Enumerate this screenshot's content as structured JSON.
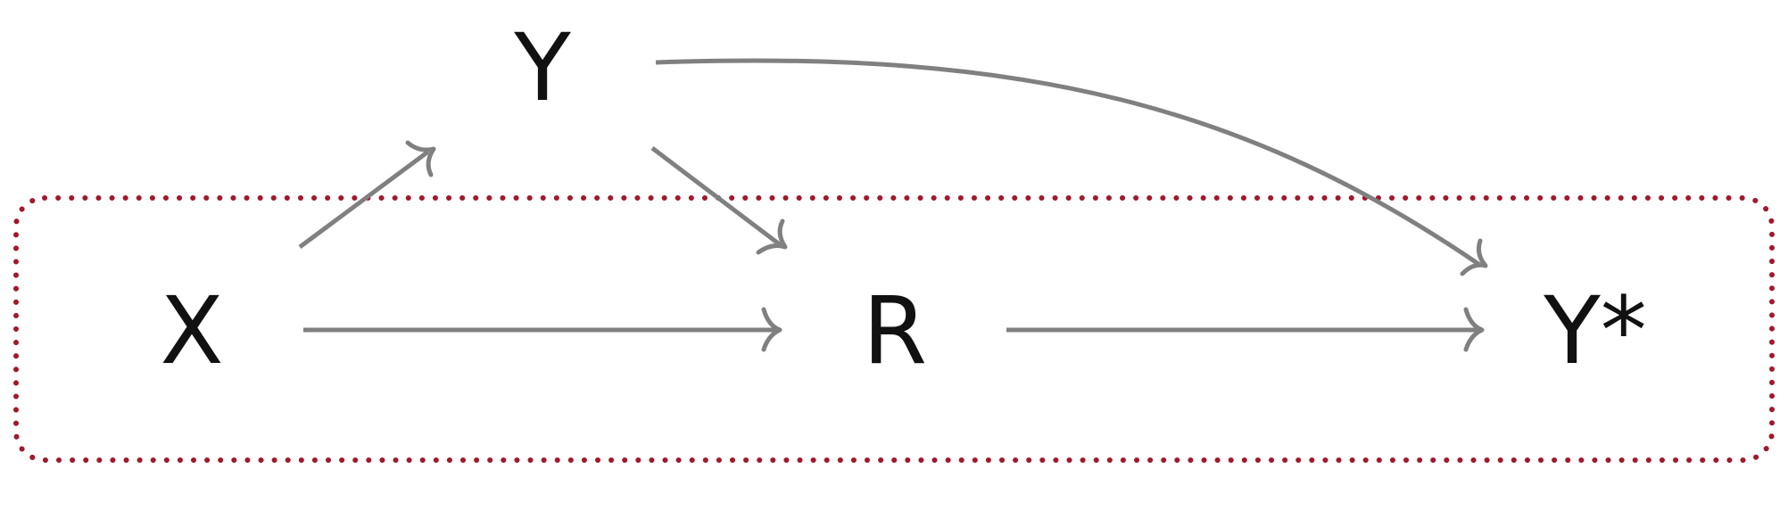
{
  "diagram": {
    "nodes": [
      {
        "id": "X",
        "label": "X"
      },
      {
        "id": "Y",
        "label": "Y"
      },
      {
        "id": "R",
        "label": "R"
      },
      {
        "id": "Ystar",
        "label": "Y*"
      }
    ],
    "edges": [
      {
        "from": "X",
        "to": "Y"
      },
      {
        "from": "X",
        "to": "R"
      },
      {
        "from": "Y",
        "to": "R"
      },
      {
        "from": "R",
        "to": "Ystar"
      },
      {
        "from": "Y",
        "to": "Ystar"
      }
    ],
    "observed_group": [
      "X",
      "R",
      "Ystar"
    ]
  },
  "colors": {
    "text": "#111111",
    "edge": "#808080",
    "group_border": "#a0192d",
    "background": "#ffffff"
  }
}
